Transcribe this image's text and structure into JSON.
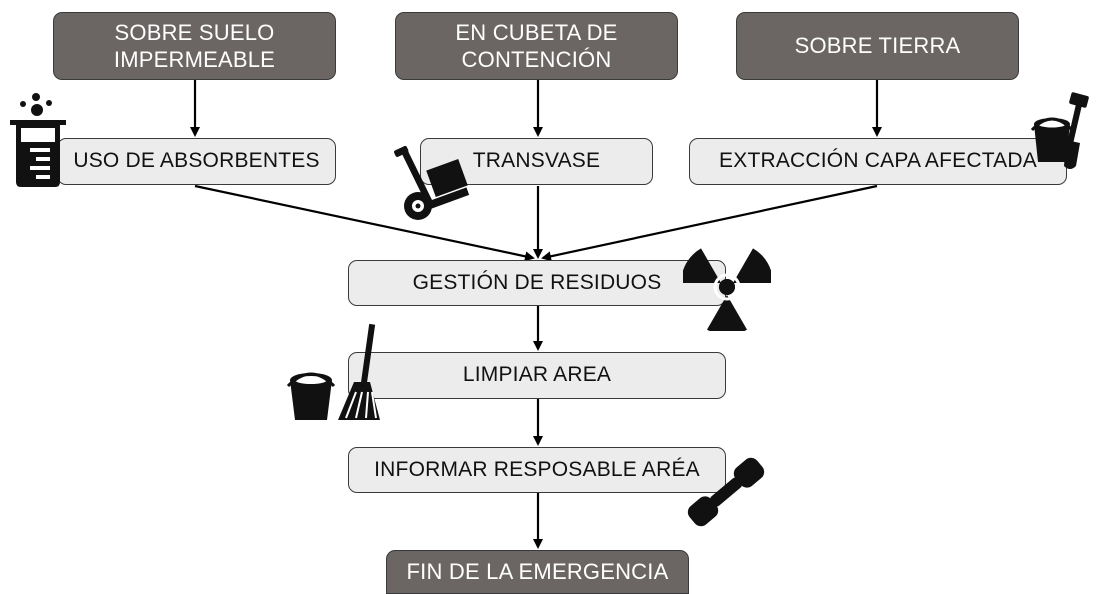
{
  "diagram": {
    "sources": [
      {
        "line1": "SOBRE SUELO",
        "line2": "IMPERMEABLE"
      },
      {
        "line1": "EN CUBETA DE",
        "line2": "CONTENCIÓN"
      },
      {
        "line1": "SOBRE TIERRA",
        "line2": ""
      }
    ],
    "actions": {
      "absorbentes": "USO DE ABSORBENTES",
      "transvase": "TRANSVASE",
      "extraccion": "EXTRACCIÓN CAPA AFECTADA"
    },
    "steps": {
      "gestion": "GESTIÓN DE RESIDUOS",
      "limpiar": "LIMPIAR AREA",
      "informar": "INFORMAR RESPOSABLE ARÉA",
      "fin": "FIN DE LA EMERGENCIA"
    },
    "colors": {
      "dark_box": "#6b6663",
      "light_box": "#ececec",
      "arrow": "#000000"
    },
    "icons": [
      "lab-beaker-icon",
      "hand-truck-icon",
      "bucket-shovel-icon",
      "radiation-icon",
      "bucket-broom-icon",
      "telephone-icon"
    ]
  }
}
